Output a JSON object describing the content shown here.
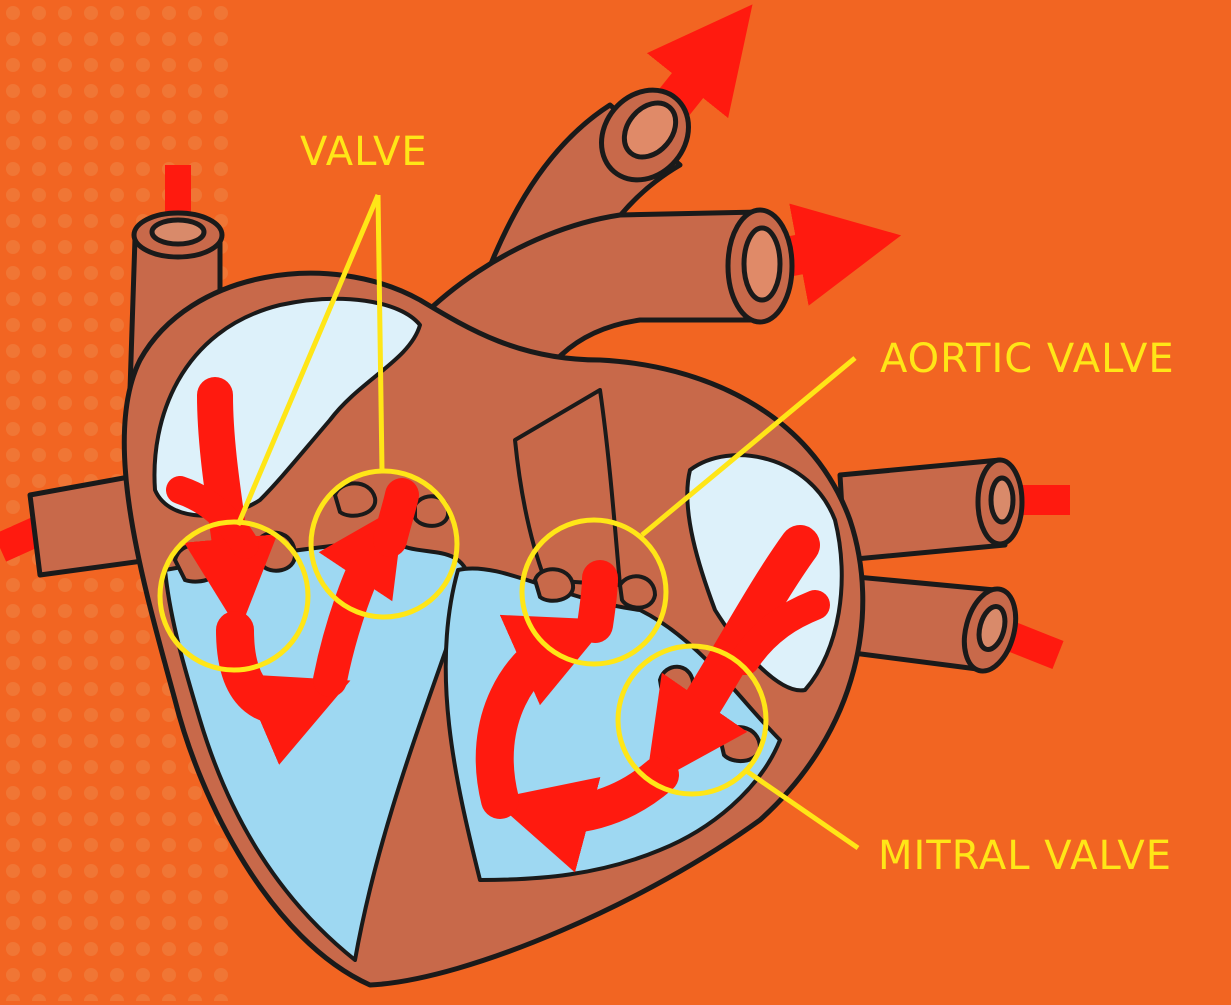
{
  "labels": {
    "valve": "VALVE",
    "aortic_valve": "AORTIC VALVE",
    "mitral_valve": "MITRAL VALVE"
  },
  "colors": {
    "background": "#F26522",
    "dots": "#F07A3A",
    "heart_muscle": "#C8694A",
    "vessel_highlight": "#D98A6A",
    "outline": "#1A1A1A",
    "ventricle": "#9ED8F2",
    "atrium": "#DDF1FA",
    "blood_arrow": "#FF1A0F",
    "annotation": "#FFE617"
  }
}
